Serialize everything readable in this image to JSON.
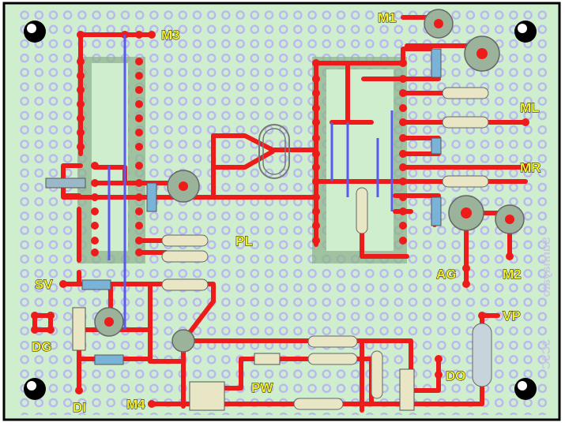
{
  "board": {
    "background": "#cfeecd",
    "border": "#000000",
    "pad_grid_color": "#b9b7f0",
    "trace_color": "#ee1b1b",
    "jumper_color": "#5a5af0",
    "component_color": "#8fb38f"
  },
  "labels": {
    "m1": "M1",
    "m3": "M3",
    "ml": "ML",
    "mr": "MR",
    "pl": "PL",
    "sv": "SV",
    "dg": "DG",
    "di": "DI",
    "m4": "M4",
    "pw": "PW",
    "do": "DO",
    "vp": "VP",
    "ag": "AG",
    "m2": "M2"
  },
  "watermark": {
    "line1": "Sunhayato",
    "line2": "3C3C"
  }
}
